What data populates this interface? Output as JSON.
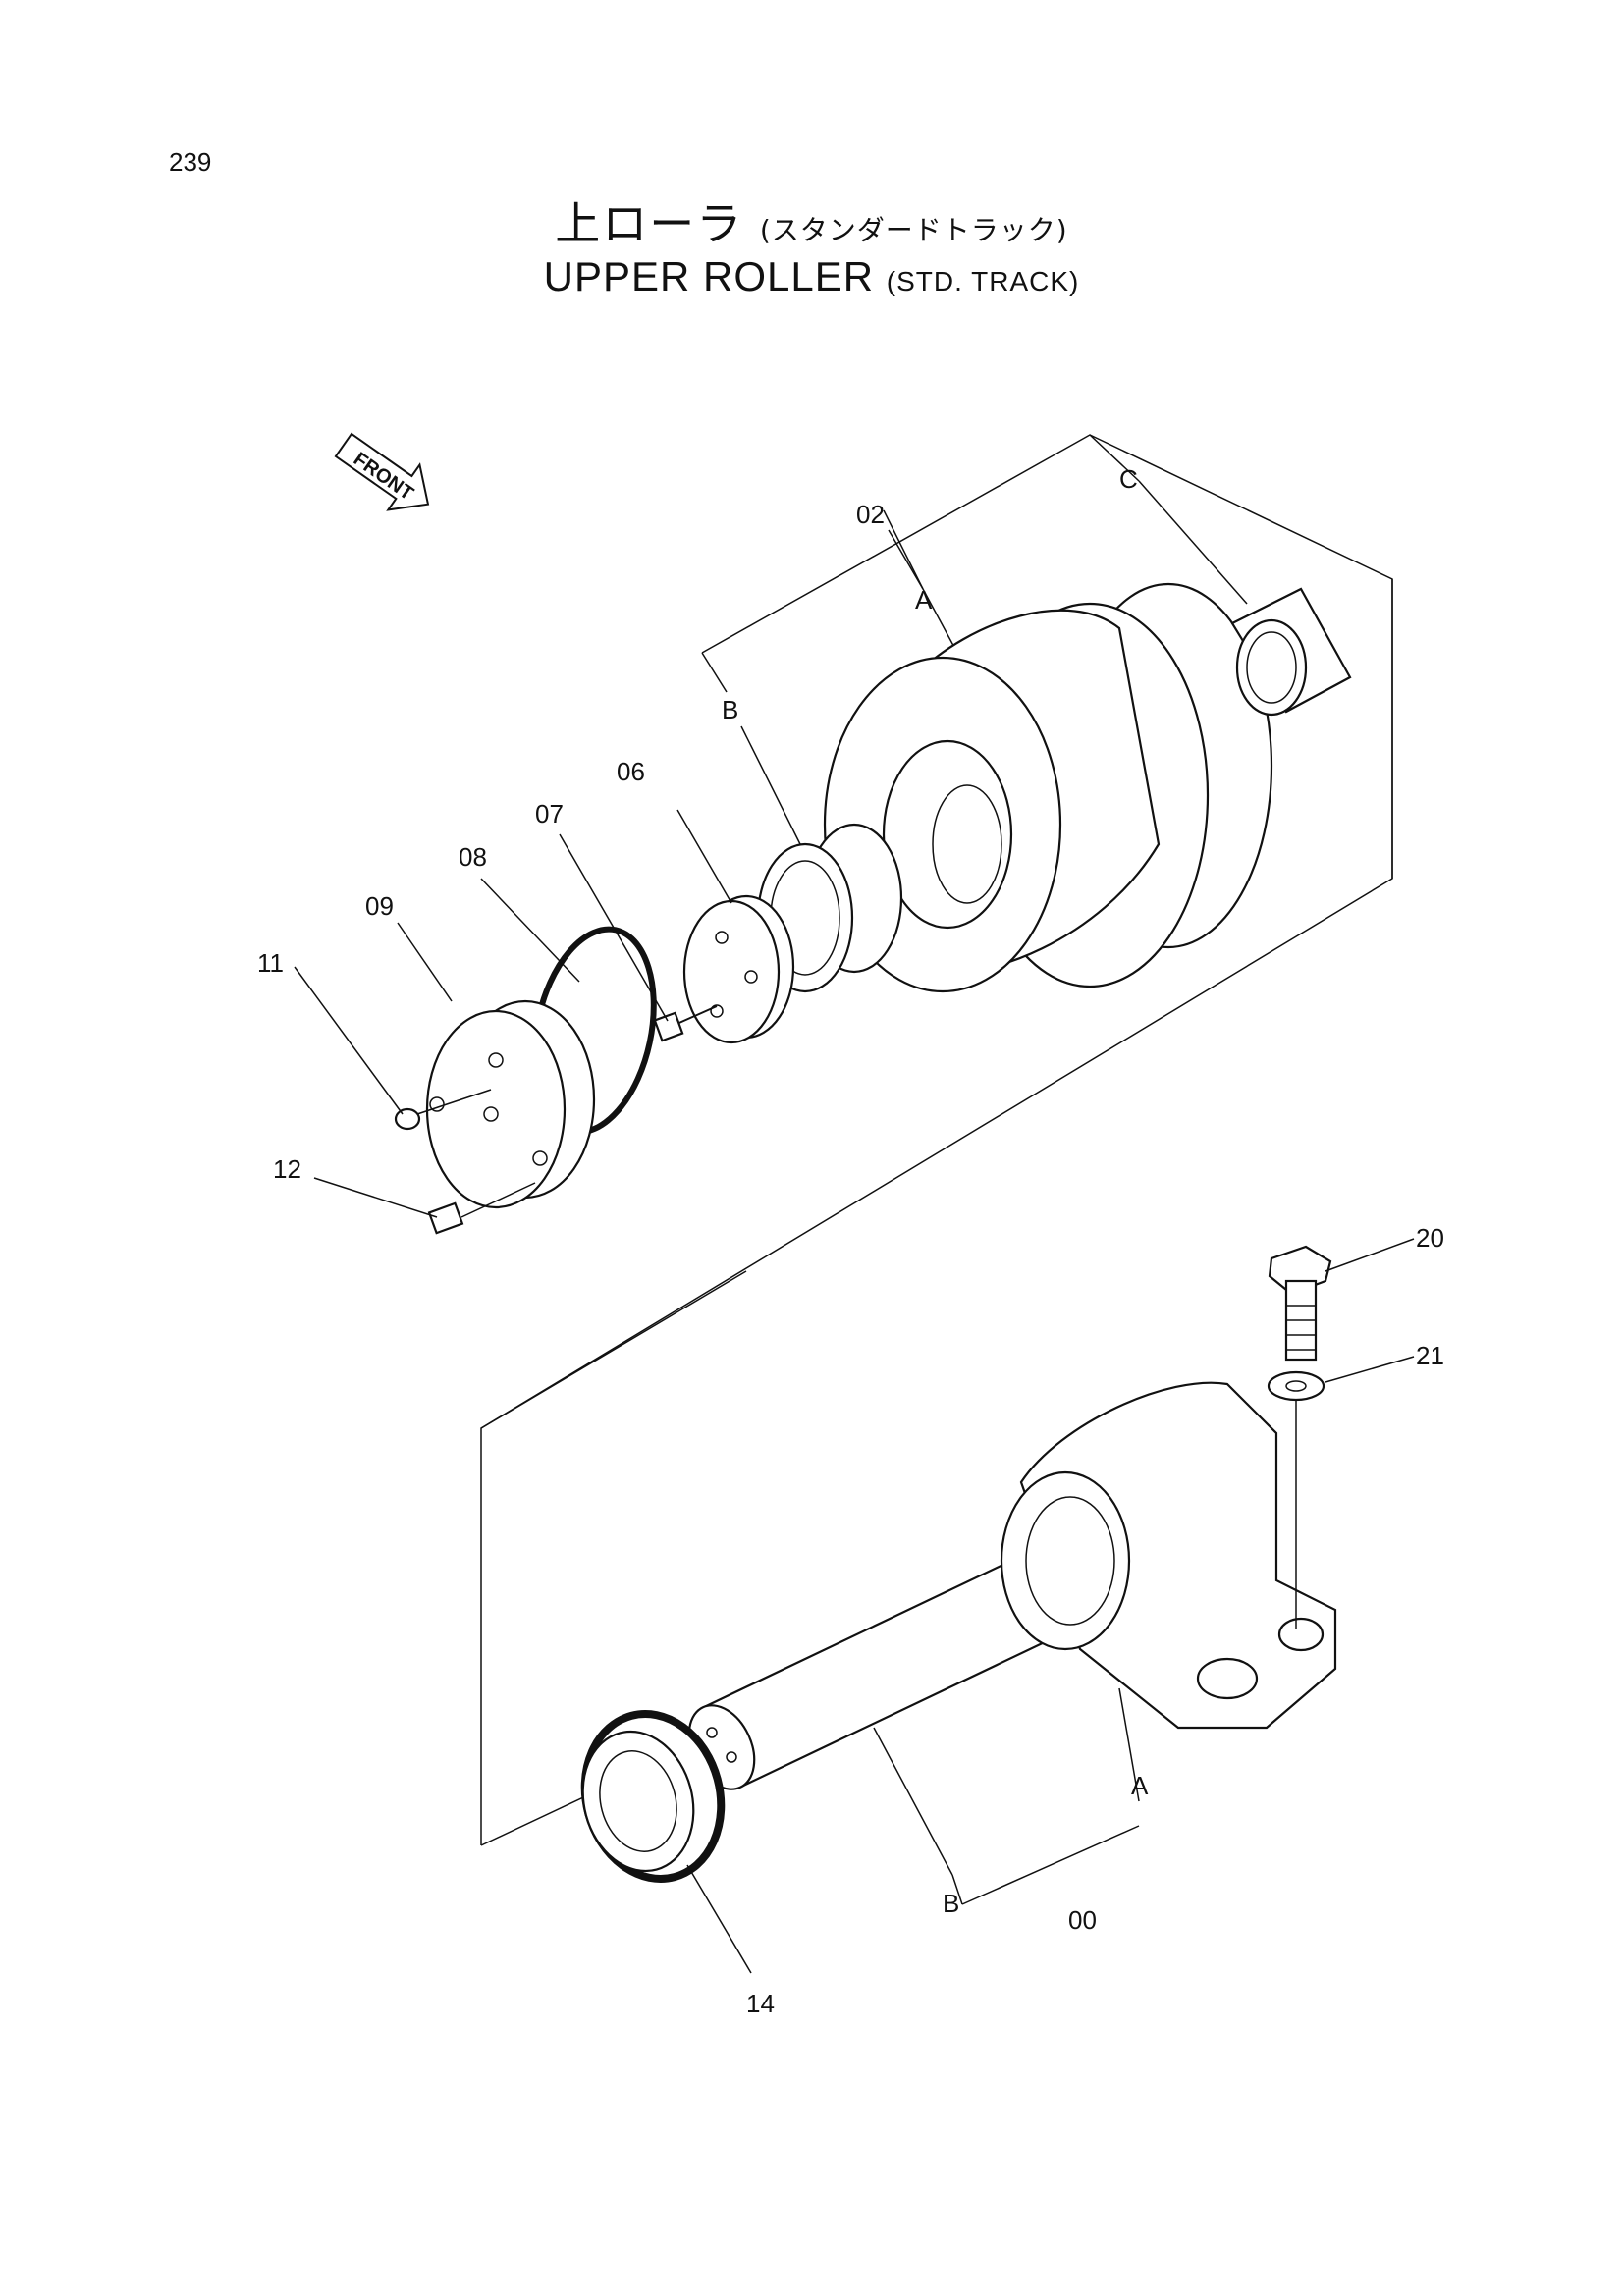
{
  "page_number": "239",
  "title": {
    "jp_main": "上ローラ",
    "jp_sub": "(スタンダードトラック)",
    "en_main": "UPPER ROLLER",
    "en_sub": "(STD. TRACK)"
  },
  "front_arrow_label": "FRONT",
  "callouts": {
    "c00": "00",
    "c02": "02",
    "c06": "06",
    "c07": "07",
    "c08": "08",
    "c09": "09",
    "c11": "11",
    "c12": "12",
    "c14": "14",
    "c20": "20",
    "c21": "21",
    "A_top": "A",
    "B_top": "B",
    "C_top": "C",
    "A_bottom": "A",
    "B_bottom": "B"
  }
}
